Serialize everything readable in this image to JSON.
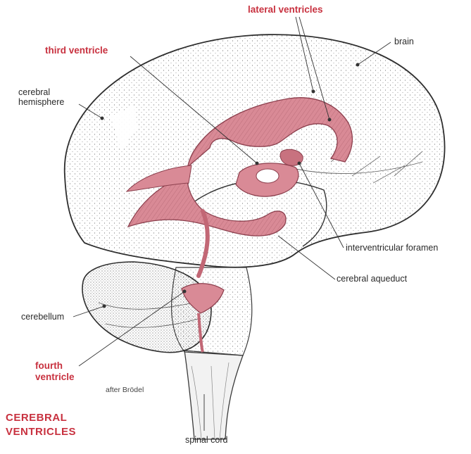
{
  "labels": {
    "lateral_ventricles": "lateral ventricles",
    "third_ventricle": "third ventricle",
    "brain": "brain",
    "cerebral_hemisphere_line1": "cerebral",
    "cerebral_hemisphere_line2": "hemisphere",
    "interventricular_foramen": "interventricular foramen",
    "cerebral_aqueduct": "cerebral aqueduct",
    "cerebellum": "cerebellum",
    "fourth_ventricle_line1": "fourth",
    "fourth_ventricle_line2": "ventricle",
    "credit": "after Brödel",
    "spinal_cord": "spinal cord"
  },
  "title": {
    "line1": "CEREBRAL",
    "line2": "VENTRICLES"
  },
  "colors": {
    "ventricle_fill": "#d98a96",
    "ventricle_stroke": "#8c3f4d",
    "label_red": "#c8313f",
    "outline": "#3a3a3a",
    "stipple": "#777777"
  }
}
